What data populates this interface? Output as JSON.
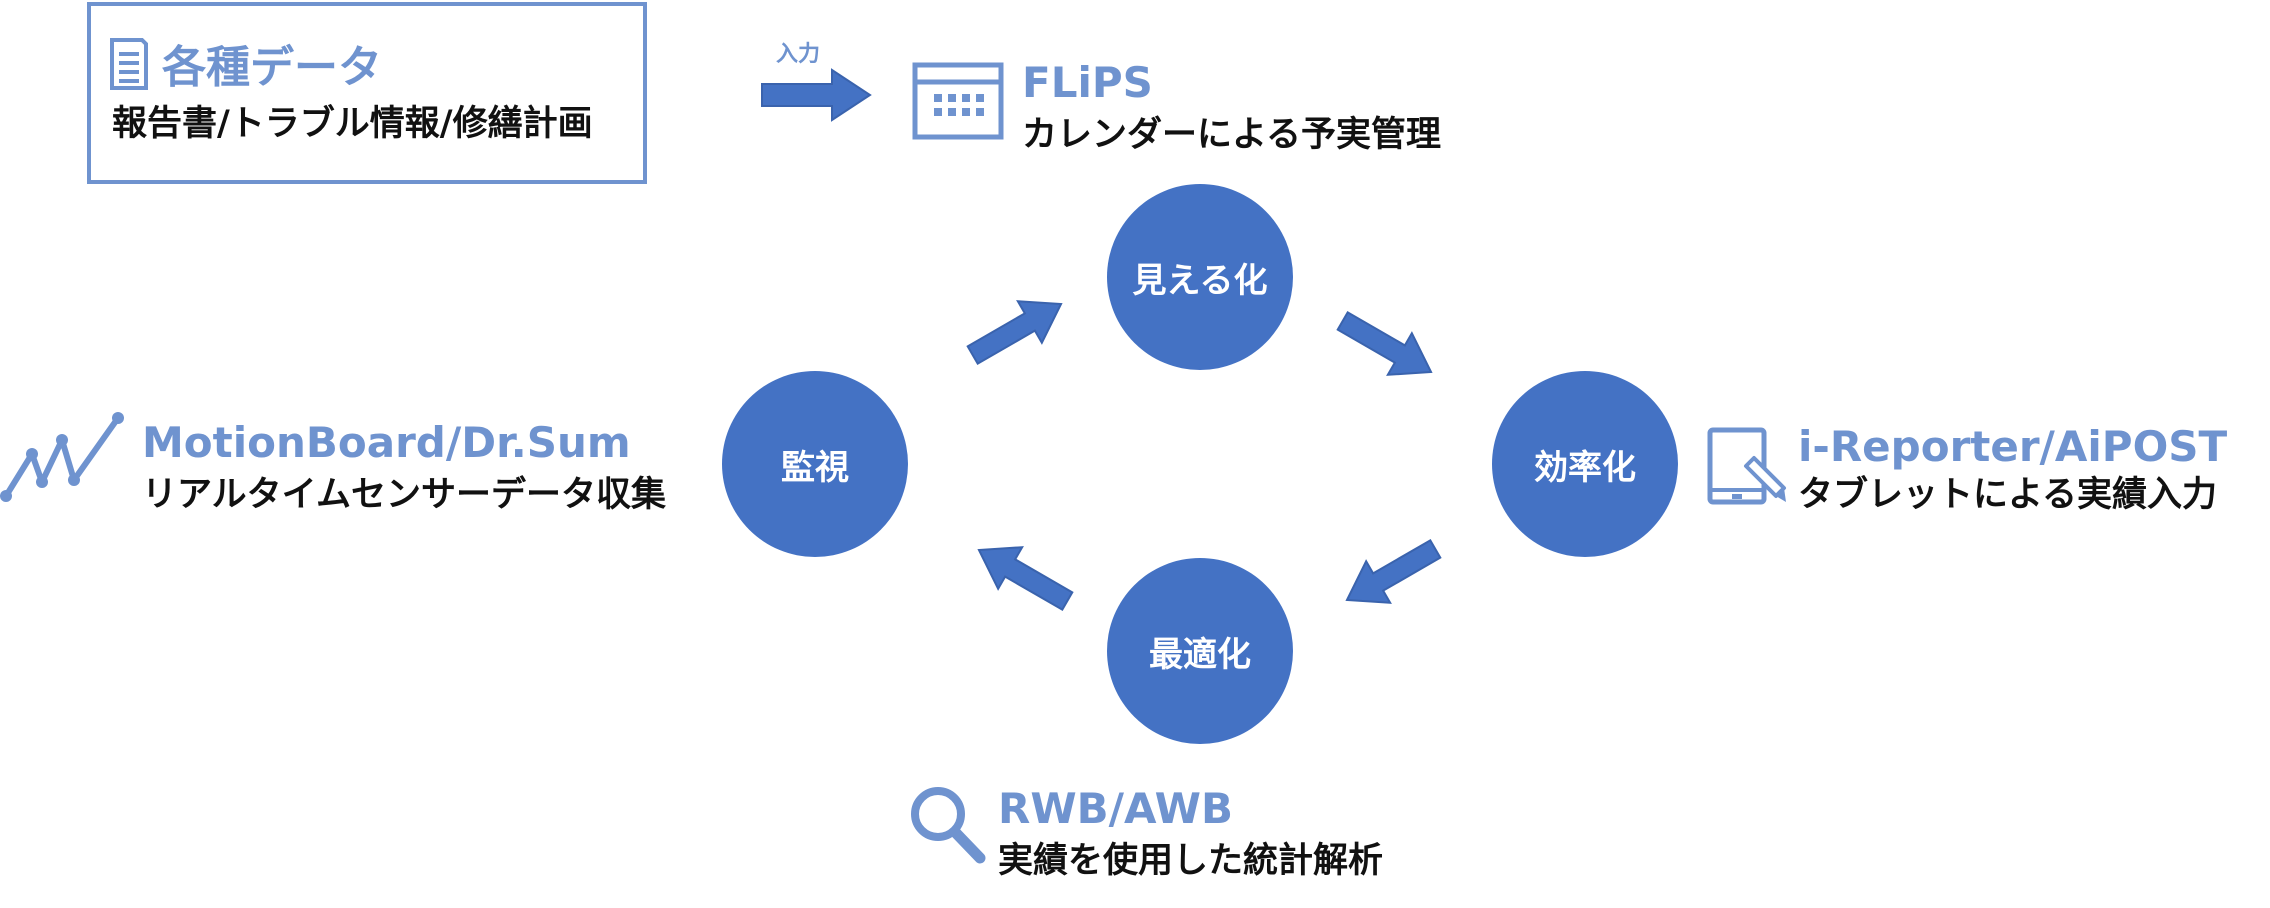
{
  "colors": {
    "accent": "#4472c4",
    "title": "#6f93cf",
    "text": "#111111"
  },
  "data_box": {
    "icon": "document-icon",
    "title": "各種データ",
    "desc": "報告書/トラブル情報/修繕計画"
  },
  "input_label": "入力",
  "flips": {
    "icon": "calendar-icon",
    "title": "FLiPS",
    "desc": "カレンダーによる予実管理"
  },
  "motionboard": {
    "icon": "line-chart-icon",
    "title": "MotionBoard/Dr.Sum",
    "desc": "リアルタイムセンサーデータ収集"
  },
  "ireporter": {
    "icon": "tablet-icon",
    "title": "i-Reporter/AiPOST",
    "desc": "タブレットによる実績入力"
  },
  "rwb": {
    "icon": "search-icon",
    "title": "RWB/AWB",
    "desc": "実績を使用した統計解析"
  },
  "cycle": {
    "top": "見える化",
    "right": "効率化",
    "bottom": "最適化",
    "left": "監視"
  }
}
